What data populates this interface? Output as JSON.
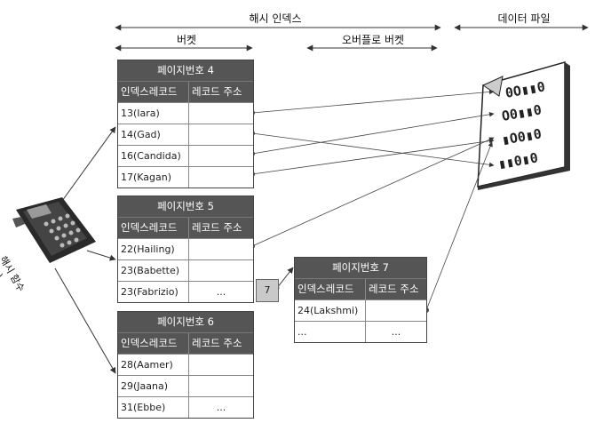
{
  "headers": {
    "hash_index": "해시 인덱스",
    "data_file": "데이터 파일",
    "bucket": "버켓",
    "overflow_bucket": "오버플로 버켓"
  },
  "hash_function": {
    "label": "해시 함수\nf(x)"
  },
  "pages": [
    {
      "title": "페이지번호 4",
      "col_index": "인덱스레코드",
      "col_addr": "레코드 주소",
      "rows": [
        {
          "key": "13(Iara)",
          "addr": ""
        },
        {
          "key": "14(Gad)",
          "addr": ""
        },
        {
          "key": "16(Candida)",
          "addr": ""
        },
        {
          "key": "17(Kagan)",
          "addr": ""
        }
      ]
    },
    {
      "title": "페이지번호 5",
      "col_index": "인덱스레코드",
      "col_addr": "레코드 주소",
      "rows": [
        {
          "key": "22(Hailing)",
          "addr": ""
        },
        {
          "key": "23(Babette)",
          "addr": ""
        },
        {
          "key": "23(Fabrizio)",
          "addr": "..."
        }
      ]
    },
    {
      "title": "페이지번호 6",
      "col_index": "인덱스레코드",
      "col_addr": "레코드 주소",
      "rows": [
        {
          "key": "28(Aamer)",
          "addr": ""
        },
        {
          "key": "29(Jaana)",
          "addr": ""
        },
        {
          "key": "31(Ebbe)",
          "addr": "..."
        }
      ]
    },
    {
      "title": "페이지번호 7",
      "col_index": "인덱스레코드",
      "col_addr": "레코드 주소",
      "rows": [
        {
          "key": "24(Lakshmi)",
          "addr": ""
        },
        {
          "key": "...",
          "addr": "..."
        }
      ]
    }
  ],
  "overflow_pointer": "7",
  "colors": {
    "header_fill": "#555555",
    "line": "#444444",
    "pointer_fill": "#c9c9c9"
  },
  "icons": [
    "calculator-icon",
    "data-file-icon"
  ]
}
